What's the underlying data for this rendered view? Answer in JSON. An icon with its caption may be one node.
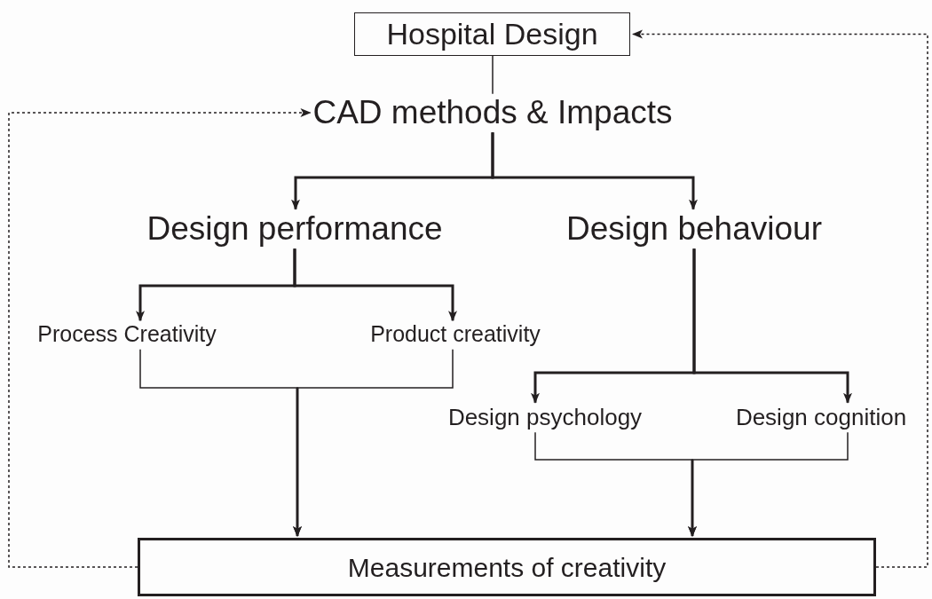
{
  "diagram": {
    "nodes": [
      {
        "text": [
          "Hospital Design"
        ]
      },
      {
        "text": [
          "CAD methods & Impacts"
        ]
      },
      {
        "text": [
          "Design performance"
        ]
      },
      {
        "text": [
          "Design behaviour"
        ]
      },
      {
        "text": [
          "Process Creativity"
        ]
      },
      {
        "text": [
          "Product creativity"
        ]
      },
      {
        "text": [
          "Design psychology"
        ]
      },
      {
        "text": [
          "Design cognition"
        ]
      },
      {
        "text": [
          "Measurements of creativity"
        ]
      }
    ],
    "edges": [
      {
        "from": 0,
        "to": 1,
        "arrow": "none"
      },
      {
        "from": 1,
        "to": 2,
        "arrow": "to"
      },
      {
        "from": 1,
        "to": 3,
        "arrow": "to"
      },
      {
        "from": 2,
        "to": 4,
        "arrow": "to"
      },
      {
        "from": 2,
        "to": 5,
        "arrow": "to"
      },
      {
        "from": 3,
        "to": 6,
        "arrow": "to"
      },
      {
        "from": 3,
        "to": 7,
        "arrow": "to"
      },
      {
        "from": 4,
        "to": 8,
        "arrow": "to"
      },
      {
        "from": 5,
        "to": 8,
        "arrow": "to"
      },
      {
        "from": 6,
        "to": 8,
        "arrow": "to"
      },
      {
        "from": 7,
        "to": 8,
        "arrow": "to"
      },
      {
        "from": 8,
        "to": 1,
        "arrow": "to",
        "style": "dashed"
      },
      {
        "from": 8,
        "to": 0,
        "arrow": "to",
        "style": "dashed"
      }
    ]
  }
}
